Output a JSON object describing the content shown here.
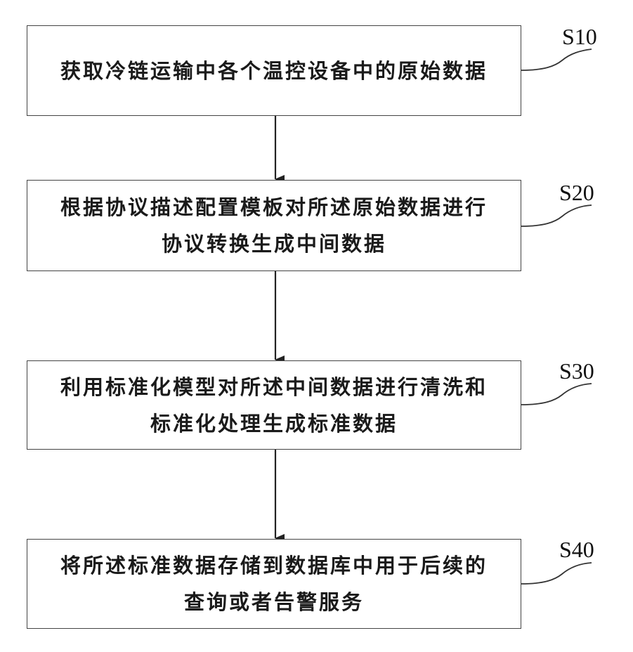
{
  "steps": [
    {
      "id": "S10",
      "label": "S10",
      "lines": [
        "获取冷链运输中各个温控设备中的原始数据"
      ]
    },
    {
      "id": "S20",
      "label": "S20",
      "lines": [
        "根据协议描述配置模板对所述原始数据进行",
        "协议转换生成中间数据"
      ]
    },
    {
      "id": "S30",
      "label": "S30",
      "lines": [
        "利用标准化模型对所述中间数据进行清洗和",
        "标准化处理生成标准数据"
      ]
    },
    {
      "id": "S40",
      "label": "S40",
      "lines": [
        "将所述标准数据存储到数据库中用于后续的",
        "查询或者告警服务"
      ]
    }
  ]
}
